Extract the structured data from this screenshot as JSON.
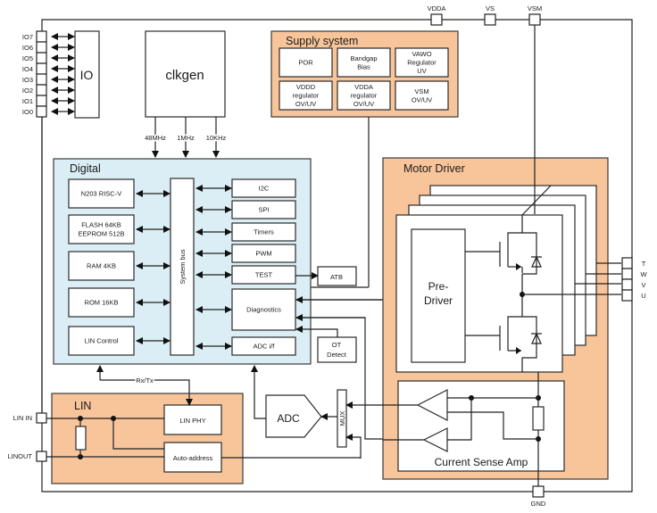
{
  "diagram": {
    "top_pins": [
      "VDDA",
      "VS",
      "VSM"
    ],
    "bottom_pins": [
      "GND"
    ],
    "io_pins": [
      "IO7",
      "IO6",
      "IO5",
      "IO4",
      "IO3",
      "IO2",
      "IO1",
      "IO0"
    ],
    "io_block": "IO",
    "clkgen": {
      "label": "clkgen",
      "clocks": [
        "48MHz",
        "1MHz",
        "10KHz"
      ]
    },
    "supply": {
      "title": "Supply system",
      "cells": [
        [
          "POR"
        ],
        [
          "Bandgap",
          "Bias"
        ],
        [
          "VAWO",
          "Regulator",
          "UV"
        ],
        [
          "VDDD",
          "regulator",
          "OV/UV"
        ],
        [
          "VDDA",
          "regulator",
          "OV/UV"
        ],
        [
          "VSM",
          "OV/UV"
        ]
      ]
    },
    "digital": {
      "title": "Digital",
      "left_blocks": [
        [
          "N203 RISC-V"
        ],
        [
          "FLASH 64KB",
          "EEPROM 512B"
        ],
        [
          "RAM 4KB"
        ],
        [
          "ROM 16KB"
        ],
        [
          "LIN Control"
        ]
      ],
      "bus": "System bus",
      "right_blocks": [
        "I2C",
        "SPI",
        "Timers",
        "PWM",
        "TEST",
        "Diagnostics",
        "ADC i/f"
      ]
    },
    "atb": "ATB",
    "ot_detect": [
      "OT",
      "Detect"
    ],
    "rx_tx": "Rx/Tx",
    "adc": "ADC",
    "mux": "MUX",
    "motor": {
      "title": "Motor Driver",
      "predriver": [
        "Pre-",
        "Driver"
      ],
      "csa": "Current Sense Amp"
    },
    "phase_pins": [
      "T",
      "W",
      "V",
      "U"
    ],
    "lin": {
      "title": "LIN",
      "pins": [
        "LIN IN",
        "LINOUT"
      ],
      "phy": "LIN PHY",
      "auto": "Auto-address"
    }
  }
}
